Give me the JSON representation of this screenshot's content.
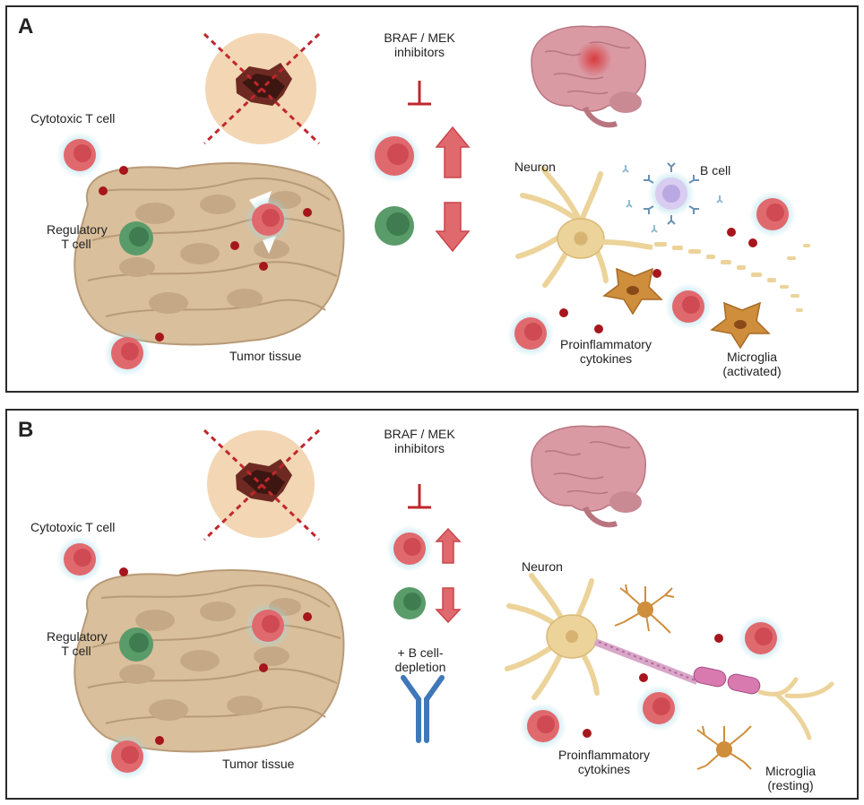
{
  "panels": [
    {
      "letter": "A",
      "labels": {
        "cytotoxic": "Cytotoxic T cell",
        "regulatory_1": "Regulatory",
        "regulatory_2": "T cell",
        "tumor": "Tumor tissue",
        "inhib_1": "BRAF / MEK",
        "inhib_2": "inhibitors",
        "neuron": "Neuron",
        "bcell": "B cell",
        "cyto_1": "Proinflammatory",
        "cyto_2": "cytokines",
        "microglia_1": "Microglia",
        "microglia_2": "(activated)"
      }
    },
    {
      "letter": "B",
      "labels": {
        "cytotoxic": "Cytotoxic T cell",
        "regulatory_1": "Regulatory",
        "regulatory_2": "T cell",
        "tumor": "Tumor tissue",
        "inhib_1": "BRAF / MEK",
        "inhib_2": "inhibitors",
        "depletion_1": "+ B cell-",
        "depletion_2": "depletion",
        "neuron": "Neuron",
        "cyto_1": "Proinflammatory",
        "cyto_2": "cytokines",
        "microglia_1": "Microglia",
        "microglia_2": "(resting)"
      }
    }
  ],
  "colors": {
    "tcell": "#e0696e",
    "tcell_core": "#cf4a52",
    "treg": "#5a9b6a",
    "treg_core": "#3f7c50",
    "tumor": "#d9bf9c",
    "tumor_stroke": "#b89a76",
    "arrow": "#e0696e",
    "inhibit": "#c0272d",
    "neuron": "#ecd39a",
    "microglia": "#cf8e3c",
    "brain": "#d99aa4",
    "antibody": "#3e78b8",
    "cytokine": "#a6161c"
  }
}
